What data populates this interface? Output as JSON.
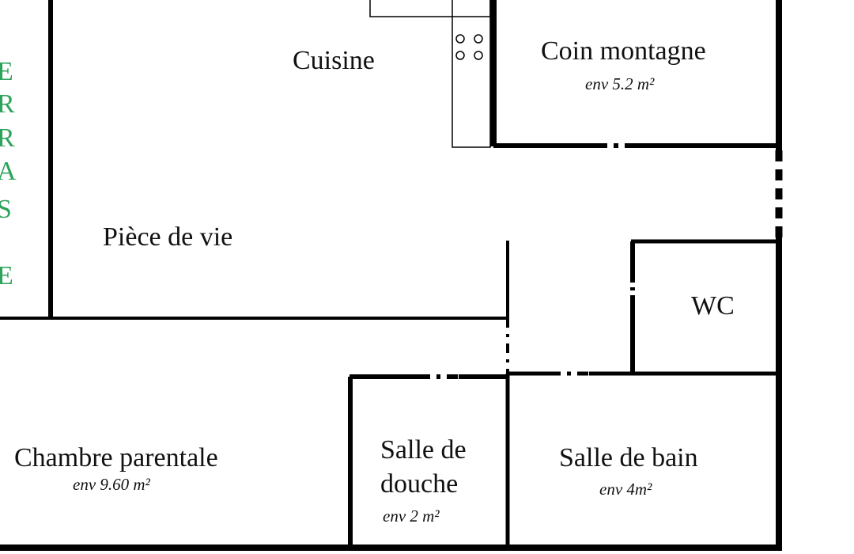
{
  "rooms": {
    "cuisine": {
      "name": "Cuisine"
    },
    "coin_montagne": {
      "name": "Coin montagne",
      "area": "env 5.2 m²"
    },
    "piece_de_vie": {
      "name": "Pièce de vie"
    },
    "wc": {
      "name": "WC"
    },
    "chambre_parentale": {
      "name": "Chambre parentale",
      "area": "env 9.60 m²"
    },
    "salle_de_douche": {
      "name_line1": "Salle de",
      "name_line2": "douche",
      "area": "env 2 m²"
    },
    "salle_de_bain": {
      "name": "Salle de bain",
      "area": "env 4m²"
    }
  },
  "side_text": {
    "letters": [
      "E",
      "R",
      "R",
      "A",
      "S",
      "E"
    ]
  },
  "colors": {
    "walls": "#000000",
    "side_text": "#2ea35b"
  }
}
